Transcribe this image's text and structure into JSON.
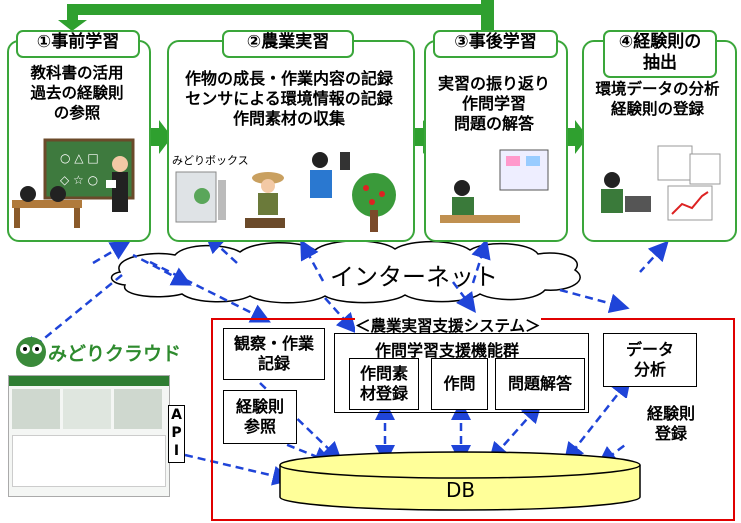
{
  "colors": {
    "green": "#3aa63a",
    "arrow_green": "#2fa02f",
    "dashed_blue": "#1f44d8",
    "system_border": "#e00000"
  },
  "stages": [
    {
      "title": "①事前学習",
      "description": "教科書の活用\n過去の経験則\nの参照"
    },
    {
      "title": "②農業実習",
      "description": "作物の成長・作業内容の記録\nセンサによる環境情報の記録\n作問素材の収集",
      "sublabel": "みどりボックス"
    },
    {
      "title": "③事後学習",
      "description": "実習の振り返り\n作問学習\n問題の解答"
    },
    {
      "title": "④経験則の\n抽出",
      "description": "環境データの分析\n経験則の登録"
    }
  ],
  "internet_label": "インターネット",
  "cloud": {
    "name": "みどりクラウド"
  },
  "api_label": "API",
  "system": {
    "title": "＜農業実習支援システム＞",
    "observation": "観察・作業\n記録",
    "experience_ref": "経験則\n参照",
    "question_group": "作問学習支援機能群",
    "question_material": "作問素\n材登録",
    "question": "作問",
    "answer": "問題解答",
    "data_analysis": "データ\n分析",
    "experience_reg": "経験則\n登録",
    "db": "DB"
  },
  "icons": [
    "classroom-illustration",
    "sensor-box-illustration",
    "farmer-illustration",
    "smartphone-person-illustration",
    "apple-tree-illustration",
    "tablet-study-illustration",
    "laptop-analysis-illustration",
    "document-chart-illustration",
    "owl-logo-icon",
    "cloud-dashboard-screenshot"
  ]
}
